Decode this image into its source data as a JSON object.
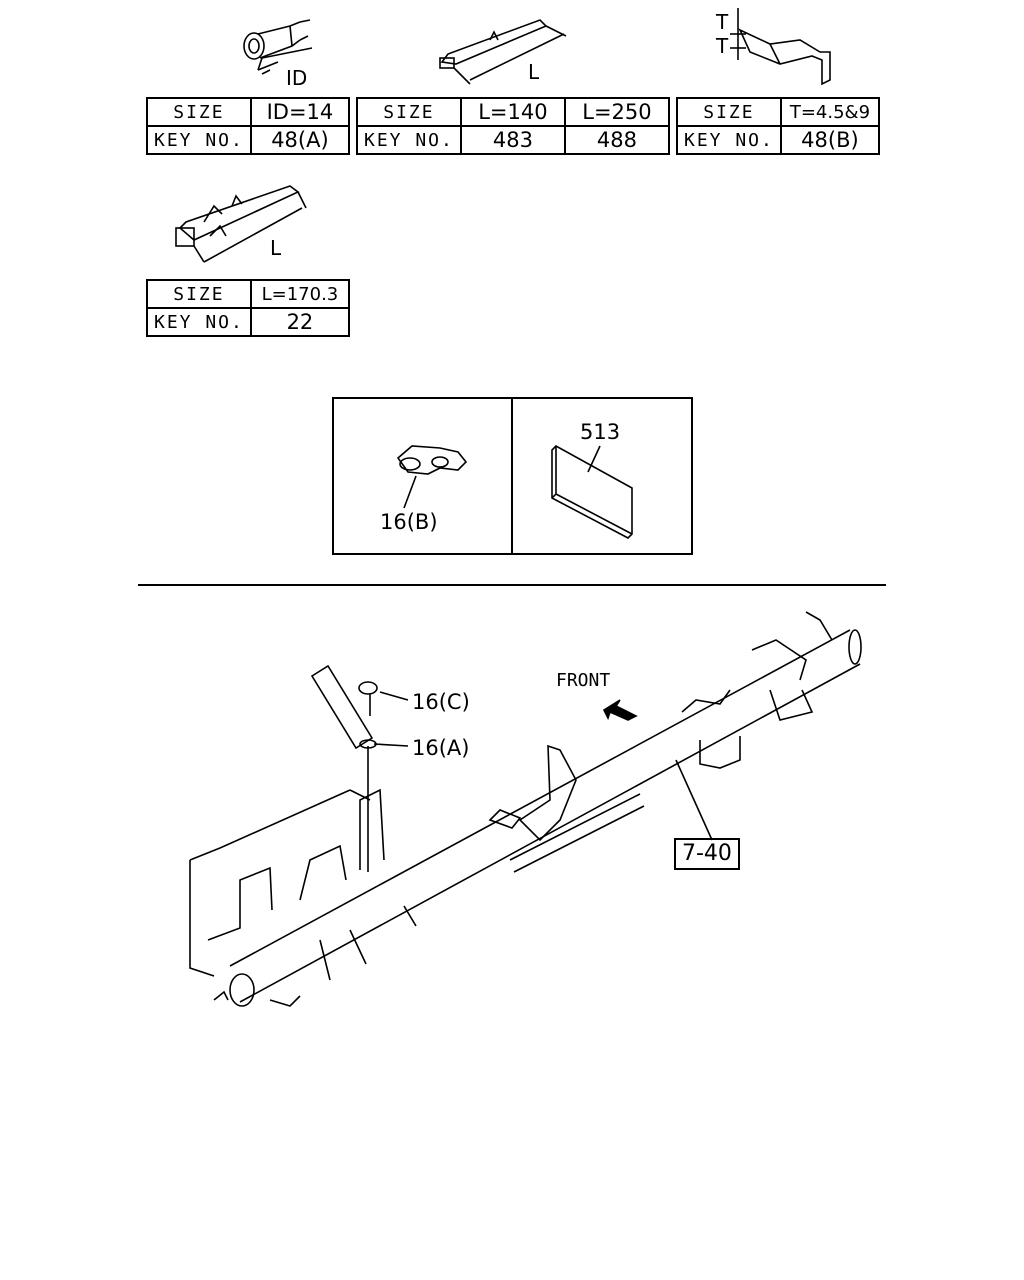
{
  "tables": {
    "t1": {
      "size_label": "SIZE",
      "key_label": "KEY NO.",
      "sizes": [
        "ID=14"
      ],
      "keys": [
        "48(A)"
      ]
    },
    "t2": {
      "size_label": "SIZE",
      "key_label": "KEY NO.",
      "sizes": [
        "L=140",
        "L=250"
      ],
      "keys": [
        "483",
        "488"
      ]
    },
    "t3": {
      "size_label": "SIZE",
      "key_label": "KEY NO.",
      "sizes": [
        "T=4.5&9"
      ],
      "keys": [
        "48(B)"
      ]
    },
    "t4": {
      "size_label": "SIZE",
      "key_label": "KEY NO.",
      "sizes": [
        "L=170.3"
      ],
      "keys": [
        "22"
      ]
    }
  },
  "dimension_labels": {
    "id": "ID",
    "l": "L",
    "t": "T",
    "l2": "L"
  },
  "inset": {
    "left_part": "16(B)",
    "right_part": "513"
  },
  "main": {
    "callout_16c": "16(C)",
    "callout_16a": "16(A)",
    "front": "FRONT",
    "ref_box": "7-40"
  }
}
